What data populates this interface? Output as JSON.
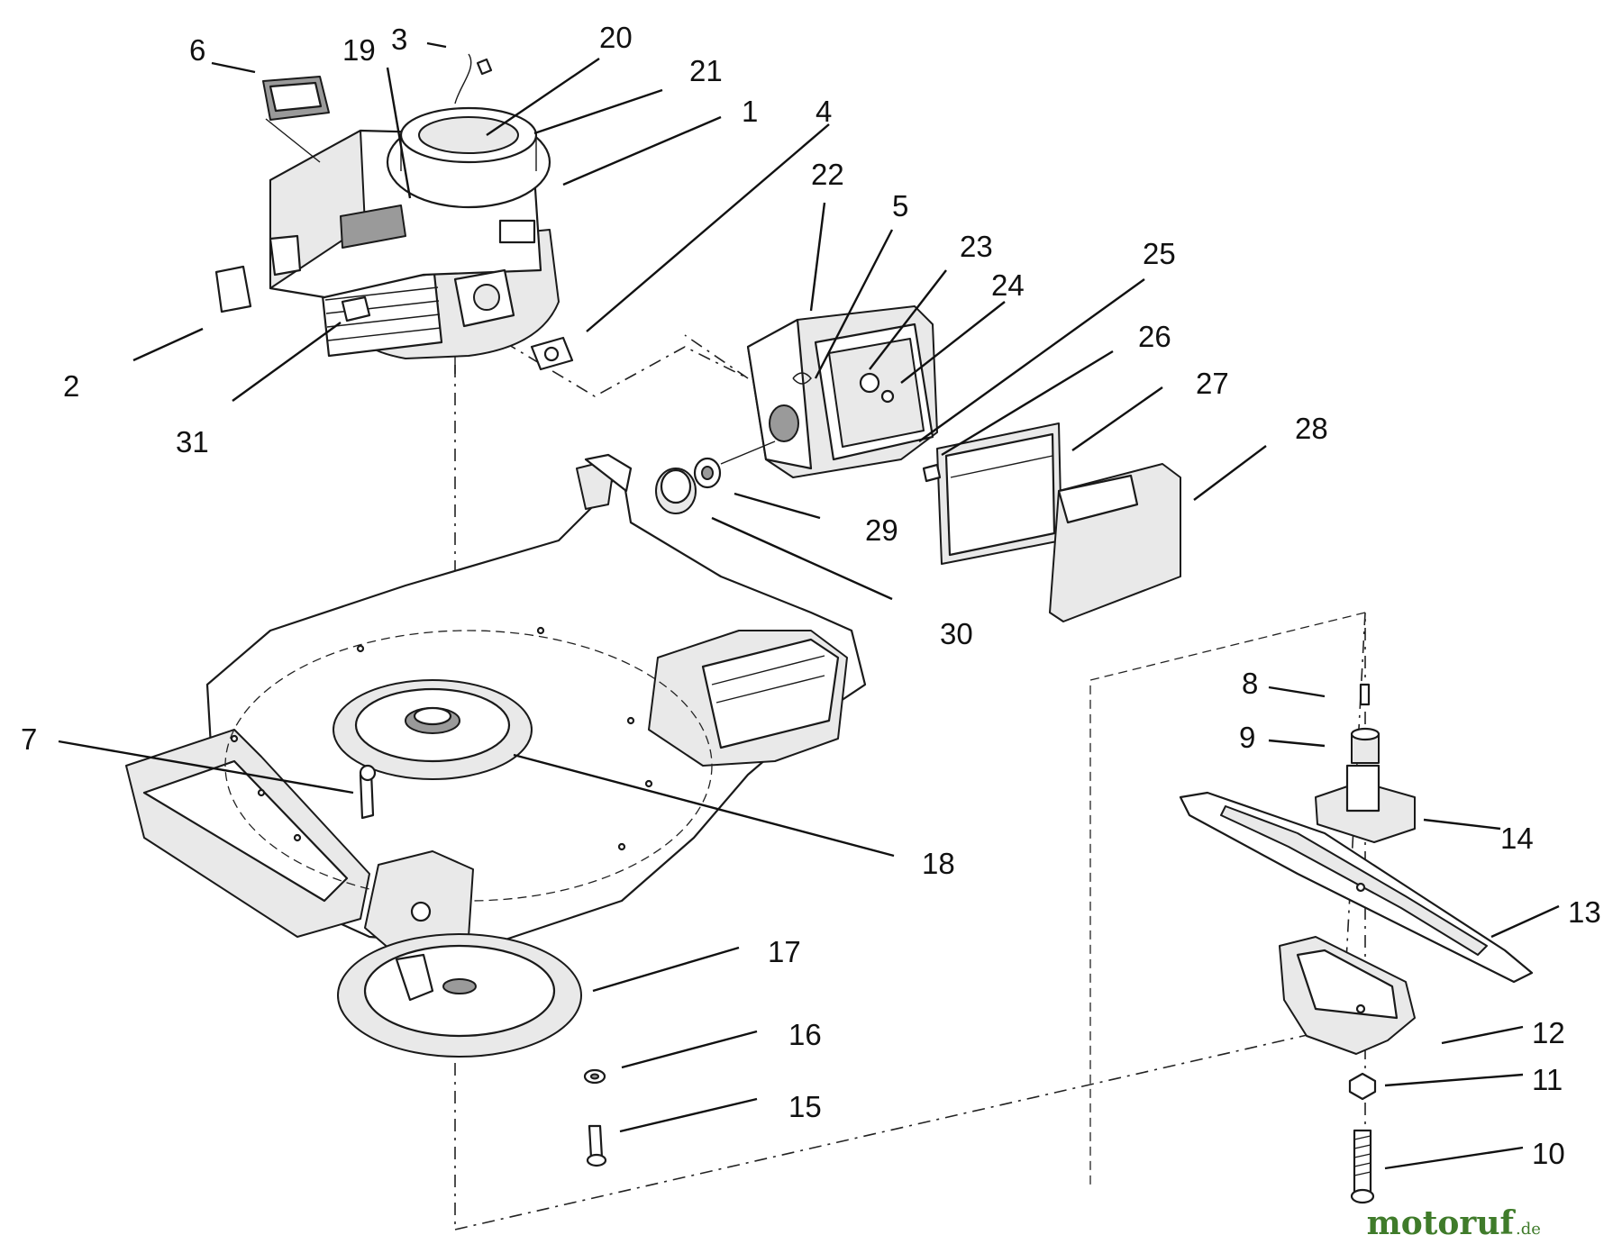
{
  "diagram": {
    "callouts": [
      {
        "id": "c1",
        "label": "1"
      },
      {
        "id": "c2",
        "label": "2"
      },
      {
        "id": "c3",
        "label": "3"
      },
      {
        "id": "c4",
        "label": "4"
      },
      {
        "id": "c5",
        "label": "5"
      },
      {
        "id": "c6",
        "label": "6"
      },
      {
        "id": "c7",
        "label": "7"
      },
      {
        "id": "c8",
        "label": "8"
      },
      {
        "id": "c9",
        "label": "9"
      },
      {
        "id": "c10",
        "label": "10"
      },
      {
        "id": "c11",
        "label": "11"
      },
      {
        "id": "c12",
        "label": "12"
      },
      {
        "id": "c13",
        "label": "13"
      },
      {
        "id": "c14",
        "label": "14"
      },
      {
        "id": "c15",
        "label": "15"
      },
      {
        "id": "c16",
        "label": "16"
      },
      {
        "id": "c17",
        "label": "17"
      },
      {
        "id": "c18",
        "label": "18"
      },
      {
        "id": "c19",
        "label": "19"
      },
      {
        "id": "c20",
        "label": "20"
      },
      {
        "id": "c21",
        "label": "21"
      },
      {
        "id": "c22",
        "label": "22"
      },
      {
        "id": "c23",
        "label": "23"
      },
      {
        "id": "c24",
        "label": "24"
      },
      {
        "id": "c25",
        "label": "25"
      },
      {
        "id": "c26",
        "label": "26"
      },
      {
        "id": "c27",
        "label": "27"
      },
      {
        "id": "c28",
        "label": "28"
      },
      {
        "id": "c29",
        "label": "29"
      },
      {
        "id": "c30",
        "label": "30"
      },
      {
        "id": "c31",
        "label": "31"
      }
    ]
  },
  "watermark": {
    "brand": "motoruf",
    "suffix": ".de"
  },
  "colors": {
    "line": "#1a1a1a",
    "background": "#ffffff",
    "watermark": "#3f7b2a"
  }
}
